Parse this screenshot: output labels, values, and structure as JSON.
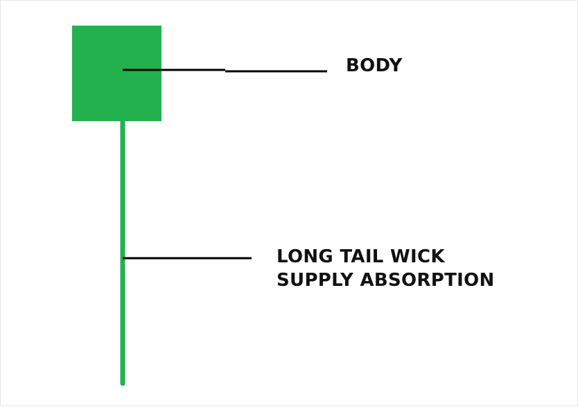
{
  "colors": {
    "candle": "#23b14d",
    "pointer": "#000000",
    "text": "#111111"
  },
  "labels": {
    "body": "BODY",
    "wick_line1": "LONG TAIL WICK",
    "wick_line2": "SUPPLY ABSORPTION"
  }
}
